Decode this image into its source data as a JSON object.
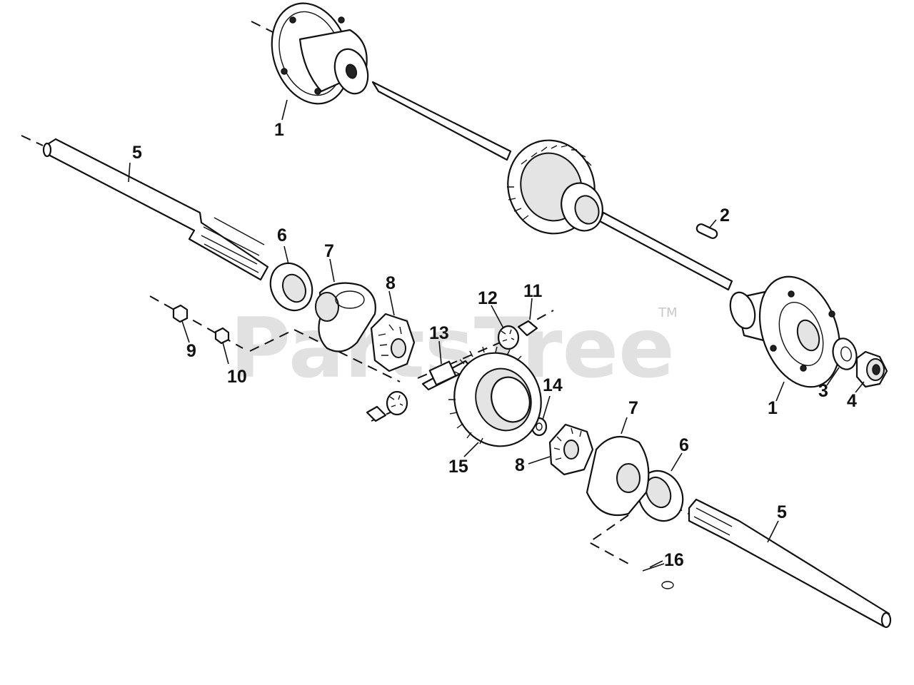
{
  "watermark": {
    "text": "PartsTree",
    "trademark": "TM"
  },
  "callouts": {
    "c1a": "1",
    "c1b": "1",
    "c2": "2",
    "c3": "3",
    "c4": "4",
    "c5a": "5",
    "c5b": "5",
    "c6a": "6",
    "c6b": "6",
    "c7a": "7",
    "c7b": "7",
    "c8a": "8",
    "c8b": "8",
    "c9": "9",
    "c10": "10",
    "c11": "11",
    "c12": "12",
    "c13": "13",
    "c14": "14",
    "c15": "15",
    "c16": "16"
  },
  "parts": [
    {
      "name": "hub",
      "icon": "wheel-hub-icon"
    },
    {
      "name": "key",
      "icon": "key-icon"
    },
    {
      "name": "washer",
      "icon": "washer-icon"
    },
    {
      "name": "nut",
      "icon": "hex-nut-icon"
    },
    {
      "name": "axle",
      "icon": "axle-shaft-icon"
    },
    {
      "name": "bearing",
      "icon": "bearing-icon"
    },
    {
      "name": "differential-case",
      "icon": "case-half-icon"
    },
    {
      "name": "side-gear",
      "icon": "bevel-gear-icon"
    },
    {
      "name": "bolt",
      "icon": "bolt-icon"
    },
    {
      "name": "lock-nut",
      "icon": "lock-nut-icon"
    },
    {
      "name": "thrust-washer",
      "icon": "thrust-washer-icon"
    },
    {
      "name": "pinion-gear",
      "icon": "pinion-gear-icon"
    },
    {
      "name": "pinion-shaft",
      "icon": "pinion-shaft-icon"
    },
    {
      "name": "spacer",
      "icon": "spacer-icon"
    },
    {
      "name": "ring-gear",
      "icon": "ring-gear-icon"
    },
    {
      "name": "screw",
      "icon": "screw-icon"
    }
  ]
}
